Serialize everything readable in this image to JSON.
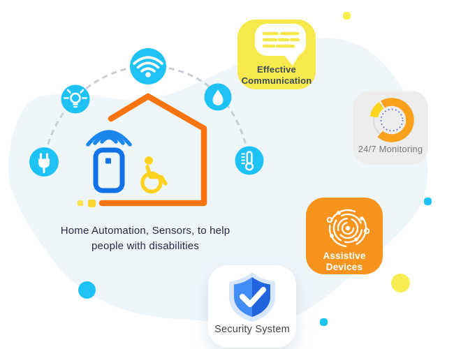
{
  "caption": {
    "text": "Home Automation, Sensors, to help people with disabilities"
  },
  "cards": {
    "communication": {
      "label": "Effective Communication",
      "bg": "#f7e94d",
      "icon": "speech-bubble-icon"
    },
    "monitoring": {
      "label": "24/7 Monitoring",
      "bg": "#ededed",
      "icon": "progress-ring-icon"
    },
    "assistive": {
      "label": "Assistive Devices",
      "bg": "#f7941e",
      "icon": "circuit-spiral-icon"
    },
    "security": {
      "label": "Security System",
      "bg": "#ffffff",
      "icon": "shield-check-icon"
    }
  },
  "house_icons": [
    "wifi-icon",
    "lightbulb-icon",
    "plug-icon",
    "water-drop-icon",
    "thermometer-icon"
  ],
  "house_scene": [
    "house-outline",
    "smartphone-icon",
    "wheelchair-icon"
  ],
  "colors": {
    "blob": "#eff6fa",
    "cyan": "#1fc2f4",
    "house_orange": "#f8740f",
    "phone_blue": "#1273e8",
    "wheelchair_yellow": "#ffd21f",
    "card_yellow": "#f7e94d",
    "card_orange": "#f7941e",
    "ring_orange": "#f9a11b",
    "ring_yellow": "#fbd51d",
    "dotted_blue": "#5a6ed5",
    "dash_gray": "#c7cdd2",
    "text_dark": "#222b45"
  }
}
